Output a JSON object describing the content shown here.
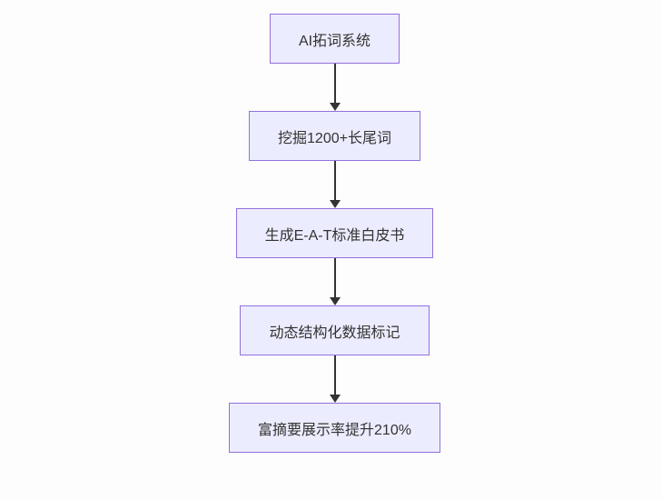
{
  "diagram": {
    "type": "flowchart",
    "direction": "top-down",
    "nodes": [
      {
        "id": "A",
        "label": "AI拓词系统"
      },
      {
        "id": "B",
        "label": "挖掘1200+长尾词"
      },
      {
        "id": "C",
        "label": "生成E-A-T标准白皮书"
      },
      {
        "id": "D",
        "label": "动态结构化数据标记"
      },
      {
        "id": "E",
        "label": "富摘要展示率提升210%"
      }
    ],
    "edges": [
      {
        "from": "A",
        "to": "B"
      },
      {
        "from": "B",
        "to": "C"
      },
      {
        "from": "C",
        "to": "D"
      },
      {
        "from": "D",
        "to": "E"
      }
    ],
    "colors": {
      "node_fill": "#ECECFF",
      "node_border": "#9370DB",
      "edge": "#333333",
      "text": "#333333",
      "background": "#fdfdfd"
    }
  }
}
